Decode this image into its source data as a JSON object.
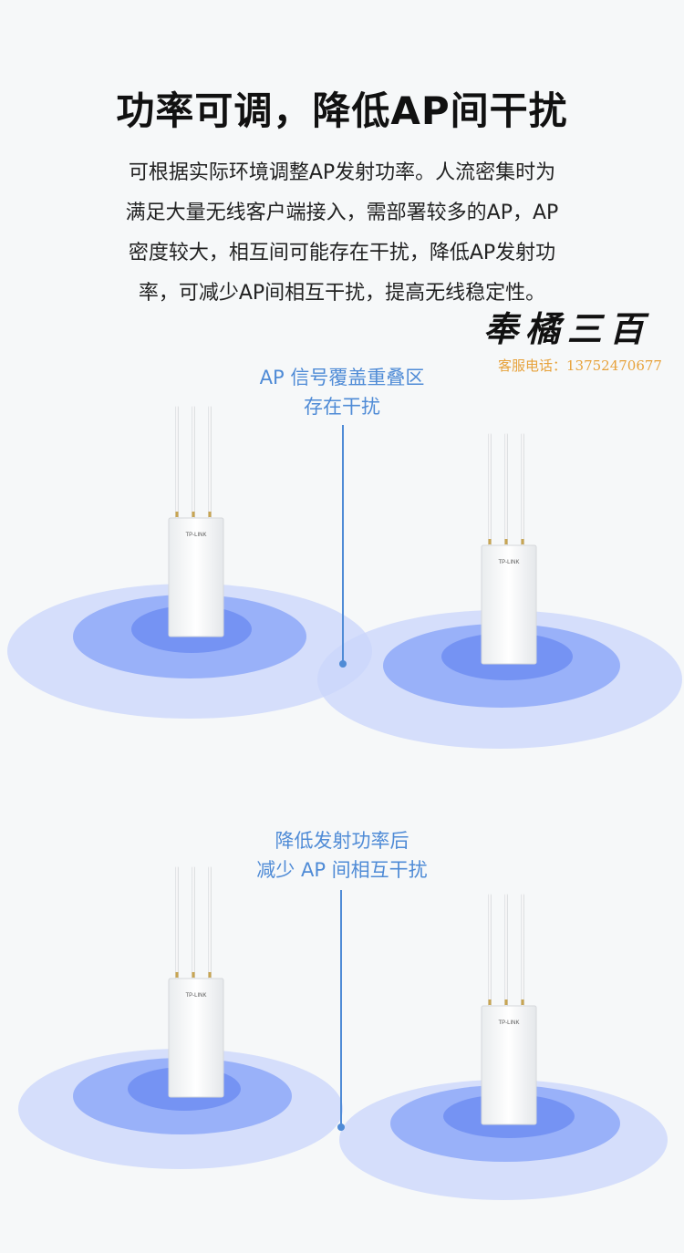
{
  "header": {
    "title": "功率可调，降低AP间干扰",
    "description_lines": [
      "可根据实际环境调整AP发射功率。人流密集时为",
      "满足大量无线客户端接入，需部署较多的AP，AP",
      "密度较大，相互间可能存在干扰，降低AP发射功",
      "率，可减少AP间相互干扰，提高无线稳定性。"
    ]
  },
  "watermark": {
    "brand": "奉橘三百",
    "phone": "客服电话：13752470677"
  },
  "section_overlap": {
    "caption_lines": [
      "AP 信号覆盖重叠区",
      "存在干扰"
    ]
  },
  "section_reduced": {
    "caption_lines": [
      "降低发射功率后",
      "减少 AP 间相互干扰"
    ]
  },
  "device": {
    "logo": "TP-LINK"
  },
  "colors": {
    "caption": "#4f8bd6",
    "ring_outer": "#c9d6fb",
    "ring_middle": "#8ea9f8",
    "ring_inner": "#6f8ef2",
    "background": "#f6f8f9"
  }
}
